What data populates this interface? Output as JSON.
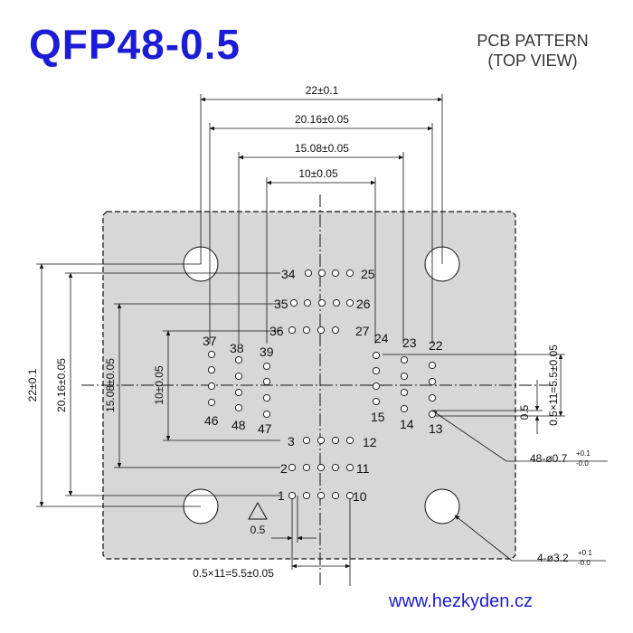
{
  "title": "QFP48-0.5",
  "subtitle": {
    "line1": "PCB PATTERN",
    "line2": "(TOP VIEW)"
  },
  "website": "www.hezkyden.cz",
  "dimensions": {
    "outer": "22±0.1",
    "pad_center": "20.16±0.05",
    "inner_row": "15.08±0.05",
    "body": "10±0.05",
    "pitch_span": "0.5×11=5.5±0.05",
    "pitch": "0.5",
    "pad_callout": "48-ø0.7",
    "pad_tol_plus": "+0.1",
    "pad_tol_minus": "-0.0",
    "hole_callout": "4-ø3.2",
    "hole_tol_plus": "+0.1",
    "hole_tol_minus": "-0.0"
  },
  "pins": {
    "p1": "1",
    "p2": "2",
    "p3": "3",
    "p10": "10",
    "p11": "11",
    "p12": "12",
    "p13": "13",
    "p14": "14",
    "p15": "15",
    "p22": "22",
    "p23": "23",
    "p24": "24",
    "p25": "25",
    "p26": "26",
    "p27": "27",
    "p34": "34",
    "p35": "35",
    "p36": "36",
    "p37": "37",
    "p38": "38",
    "p39": "39",
    "p46": "46",
    "p47": "47",
    "p48": "48"
  },
  "colors": {
    "title": "#1c1cd6",
    "board": "#d7d7d7",
    "line": "#111111"
  }
}
